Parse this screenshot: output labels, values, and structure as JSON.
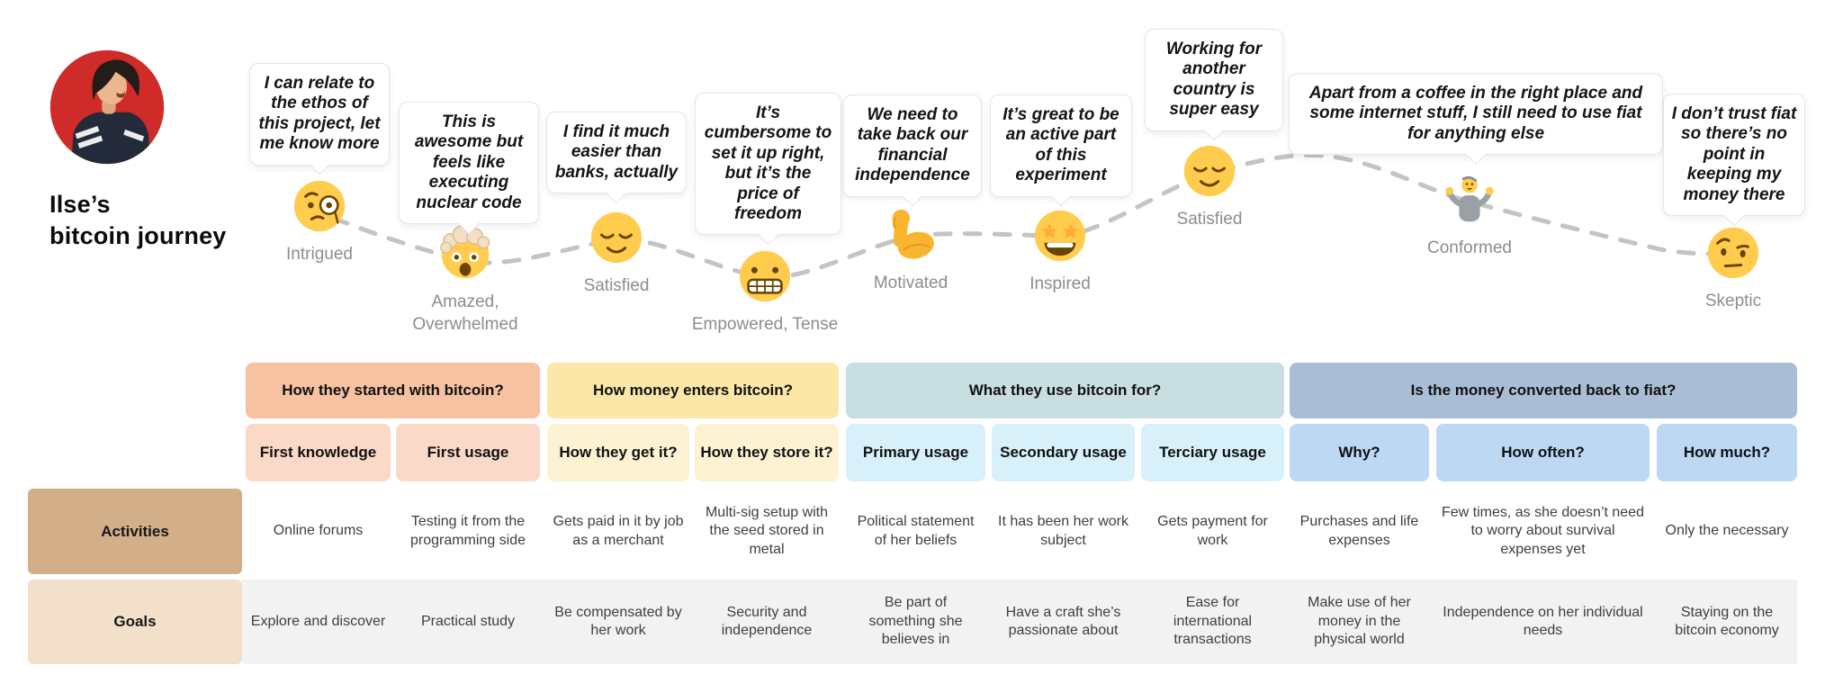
{
  "header": {
    "title_line1": "Ilse’s",
    "title_line2": "bitcoin journey"
  },
  "theme": {
    "avatar_bg": "#ce2b29",
    "phase_colors": [
      "#f7c2a2",
      "#fbe8a8",
      "#c8dee1",
      "#a9bed4"
    ],
    "subheader_colors": [
      "#fad9c8",
      "#fdf3d2",
      "#d8f0f9",
      "#bdd8f3"
    ],
    "activities_label_bg": "#d2ae89",
    "goals_label_bg": "#f3e0ca",
    "goals_row_bg": "#f2f2f2",
    "curve_color": "#c4c4c4",
    "emotion_text_color": "#8c8c91"
  },
  "journey": {
    "points": [
      {
        "quote": "I can relate to the ethos of this project, let me know more",
        "emotion": "Intrigued",
        "emoji": "face-with-monocle"
      },
      {
        "quote": "This is awesome but feels like executing nuclear code",
        "emotion": "Amazed, Overwhelmed",
        "emoji": "exploding-head"
      },
      {
        "quote": "I find it much easier than banks, actually",
        "emotion": "Satisfied",
        "emoji": "relieved-face"
      },
      {
        "quote": "It’s cumbersome to set it up right, but it’s the price of freedom",
        "emotion": "Empowered, Tense",
        "emoji": "grimacing-face"
      },
      {
        "quote": "We need to take back our financial independence",
        "emotion": "Motivated",
        "emoji": "flexed-biceps"
      },
      {
        "quote": "It’s great to be an active part of this experiment",
        "emotion": "Inspired",
        "emoji": "star-struck-face"
      },
      {
        "quote": "Working for another country is super easy",
        "emotion": "Satisfied",
        "emoji": "relieved-face"
      },
      {
        "quote": "Apart from a coffee in the right place and some internet stuff, I still need to use fiat for anything else",
        "emotion": "Conformed",
        "emoji": "person-shrugging"
      },
      {
        "quote": "I don’t trust fiat so there’s no point in keeping my money there",
        "emotion": "Skeptic",
        "emoji": "face-with-raised-eyebrow"
      }
    ]
  },
  "table": {
    "phases": [
      {
        "label": "How they started with bitcoin?"
      },
      {
        "label": "How money enters bitcoin?"
      },
      {
        "label": "What they use bitcoin for?"
      },
      {
        "label": "Is the money converted back to fiat?"
      }
    ],
    "row_labels": {
      "activities": "Activities",
      "goals": "Goals"
    },
    "columns": [
      {
        "header": "First knowledge",
        "activity": "Online forums",
        "goal": "Explore and discover"
      },
      {
        "header": "First usage",
        "activity": "Testing it from the programming side",
        "goal": "Practical study"
      },
      {
        "header": "How they get it?",
        "activity": "Gets paid in it by job as a merchant",
        "goal": "Be compensated by her work"
      },
      {
        "header": "How they store it?",
        "activity": "Multi-sig setup with the seed stored in metal",
        "goal": "Security and independence"
      },
      {
        "header": "Primary usage",
        "activity": "Political statement of her beliefs",
        "goal": "Be part of something she believes in"
      },
      {
        "header": "Secondary usage",
        "activity": "It has been her work subject",
        "goal": "Have a craft she’s passionate about"
      },
      {
        "header": "Terciary usage",
        "activity": "Gets payment for work",
        "goal": "Ease for international transactions"
      },
      {
        "header": "Why?",
        "activity": "Purchases and life expenses",
        "goal": "Make use of her money in the physical world"
      },
      {
        "header": "How often?",
        "activity": "Few times, as she doesn’t need to worry about survival expenses yet",
        "goal": "Independence on her individual needs"
      },
      {
        "header": "How much?",
        "activity": "Only the necessary",
        "goal": "Staying on the bitcoin economy"
      }
    ]
  }
}
